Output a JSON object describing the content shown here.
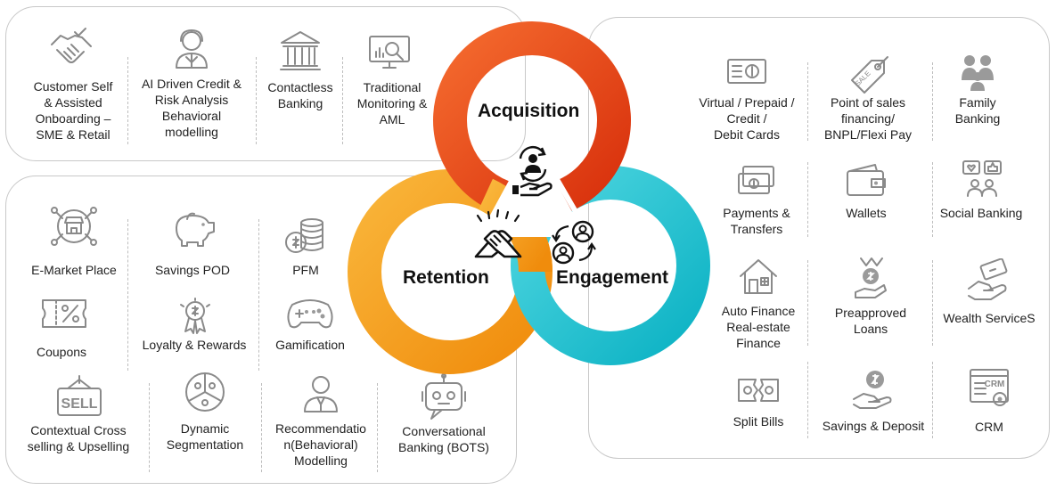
{
  "acquisition_panel": {
    "items": [
      {
        "label": "Customer Self\n& Assisted\nOnboarding –\nSME & Retail",
        "icon": "handshake-icon"
      },
      {
        "label": "AI Driven Credit  &\nRisk  Analysis\nBehavioral\nmodelling",
        "icon": "support-agent-icon"
      },
      {
        "label": "Contactless\nBanking",
        "icon": "bank-building-icon"
      },
      {
        "label": "Traditional\nMonitoring &\nAML",
        "icon": "monitor-analysis-icon"
      }
    ]
  },
  "retention_panel": {
    "items": [
      {
        "label": "E-Market Place",
        "icon": "marketplace-icon"
      },
      {
        "label": "Savings POD",
        "icon": "piggy-bank-icon"
      },
      {
        "label": "PFM",
        "icon": "coins-stack-icon"
      },
      {
        "label": "Coupons",
        "icon": "coupon-icon"
      },
      {
        "label": "Loyalty & Rewards",
        "icon": "reward-medal-icon"
      },
      {
        "label": "Gamification",
        "icon": "game-controller-icon"
      },
      {
        "label": "Contextual Cross\nselling & Upselling",
        "icon": "sell-sign-icon"
      },
      {
        "label": "Dynamic\nSegmentation",
        "icon": "segmentation-icon"
      },
      {
        "label": "Recommendatio\nn(Behavioral)\nModelling",
        "icon": "advisor-icon"
      },
      {
        "label": "Conversational\nBanking  (BOTS)",
        "icon": "chatbot-icon"
      }
    ]
  },
  "engagement_panel": {
    "items": [
      {
        "label": "Virtual / Prepaid /\nCredit  /\nDebit  Cards",
        "icon": "card-icon"
      },
      {
        "label": "Point of sales\nfinancing/\nBNPL/Flexi Pay",
        "icon": "sale-tag-icon"
      },
      {
        "label": "Family\nBanking",
        "icon": "family-icon"
      },
      {
        "label": "Payments &\nTransfers",
        "icon": "payment-card-icon"
      },
      {
        "label": "Wallets",
        "icon": "wallet-icon"
      },
      {
        "label": "Social Banking",
        "icon": "social-icon"
      },
      {
        "label": "Auto Finance\nReal-estate\nFinance",
        "icon": "house-icon"
      },
      {
        "label": "Preapproved\nLoans",
        "icon": "loan-hand-icon"
      },
      {
        "label": "Wealth ServiceS",
        "icon": "wealth-hand-icon"
      },
      {
        "label": "Split Bills",
        "icon": "split-bill-icon"
      },
      {
        "label": "Savings & Deposit",
        "icon": "deposit-hand-icon"
      },
      {
        "label": "CRM",
        "icon": "crm-icon"
      }
    ]
  },
  "rings": {
    "acquisition": {
      "label": "Acquisition",
      "color": "#e8461c",
      "icon": "acquisition-hand-icon"
    },
    "retention": {
      "label": "Retention",
      "color": "#f5a623",
      "icon": "clasped-hands-icon"
    },
    "engagement": {
      "label": "Engagement",
      "color": "#17c3cf",
      "icon": "user-exchange-icon"
    }
  }
}
